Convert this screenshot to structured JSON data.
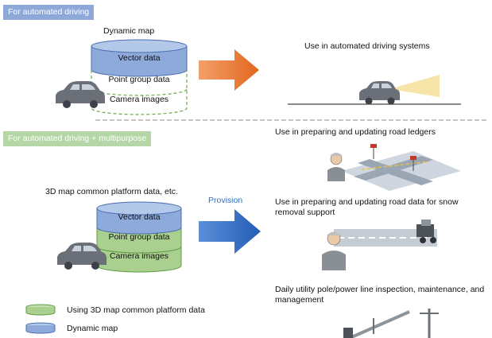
{
  "top_section": {
    "tag": "For automated driving",
    "map_title": "Dynamic map",
    "layers": [
      "Vector data",
      "Point group data",
      "Camera images"
    ],
    "use_label": "Use in automated driving systems"
  },
  "bottom_section": {
    "tag": "For automated driving + multipurpose",
    "platform_title": "3D map common platform data, etc.",
    "layers": [
      "Vector data",
      "Point group data",
      "Camera images"
    ],
    "provision_label": "Provision",
    "uses": [
      "Use in preparing and updating road ledgers",
      "Use in preparing and updating road data for snow removal support",
      "Daily utility pole/power line inspection, maintenance, and management"
    ]
  },
  "legend": [
    {
      "label": "Using 3D map common platform data",
      "color": "#a9d08e"
    },
    {
      "label": "Dynamic map",
      "color": "#8eaadb"
    }
  ],
  "colors": {
    "blue_tag": "#8ea9d8",
    "green_tag": "#b5d6a7",
    "blue_layer": "#8eaadb",
    "green_layer": "#a9d08e",
    "orange_arrow": "#e97c2f",
    "blue_arrow": "#2f6fc8"
  }
}
